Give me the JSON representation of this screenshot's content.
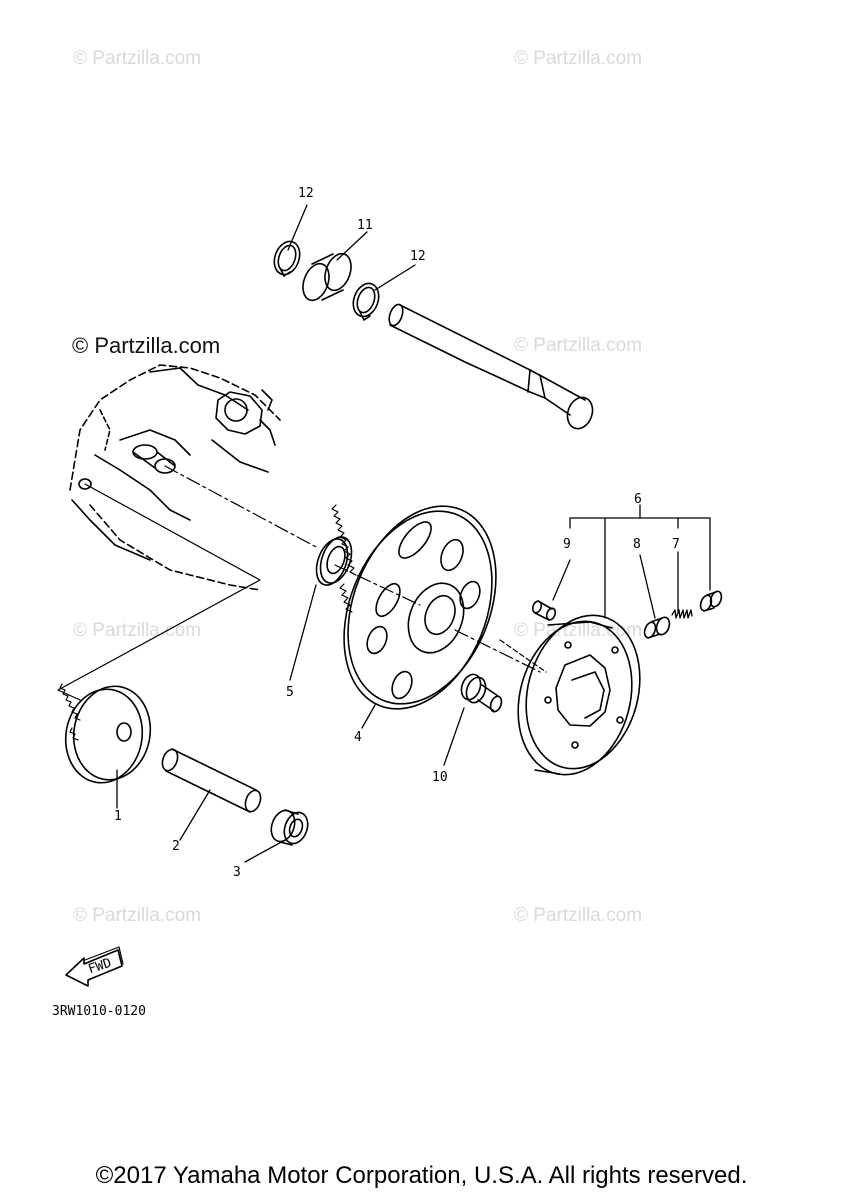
{
  "watermarks": {
    "text": "© Partzilla.com",
    "prominent": "© Partzilla.com"
  },
  "callouts": {
    "c1": "1",
    "c2": "2",
    "c3": "3",
    "c4": "4",
    "c5": "5",
    "c6": "6",
    "c7": "7",
    "c8": "8",
    "c9": "9",
    "c10": "10",
    "c11": "11",
    "c12a": "12",
    "c12b": "12"
  },
  "fwd_label": "FWD",
  "diagram_code": "3RW1010-0120",
  "copyright": "©2017 Yamaha Motor Corporation, U.S.A. All rights reserved.",
  "colors": {
    "line": "#000000",
    "watermark": "#d9d9d9"
  }
}
